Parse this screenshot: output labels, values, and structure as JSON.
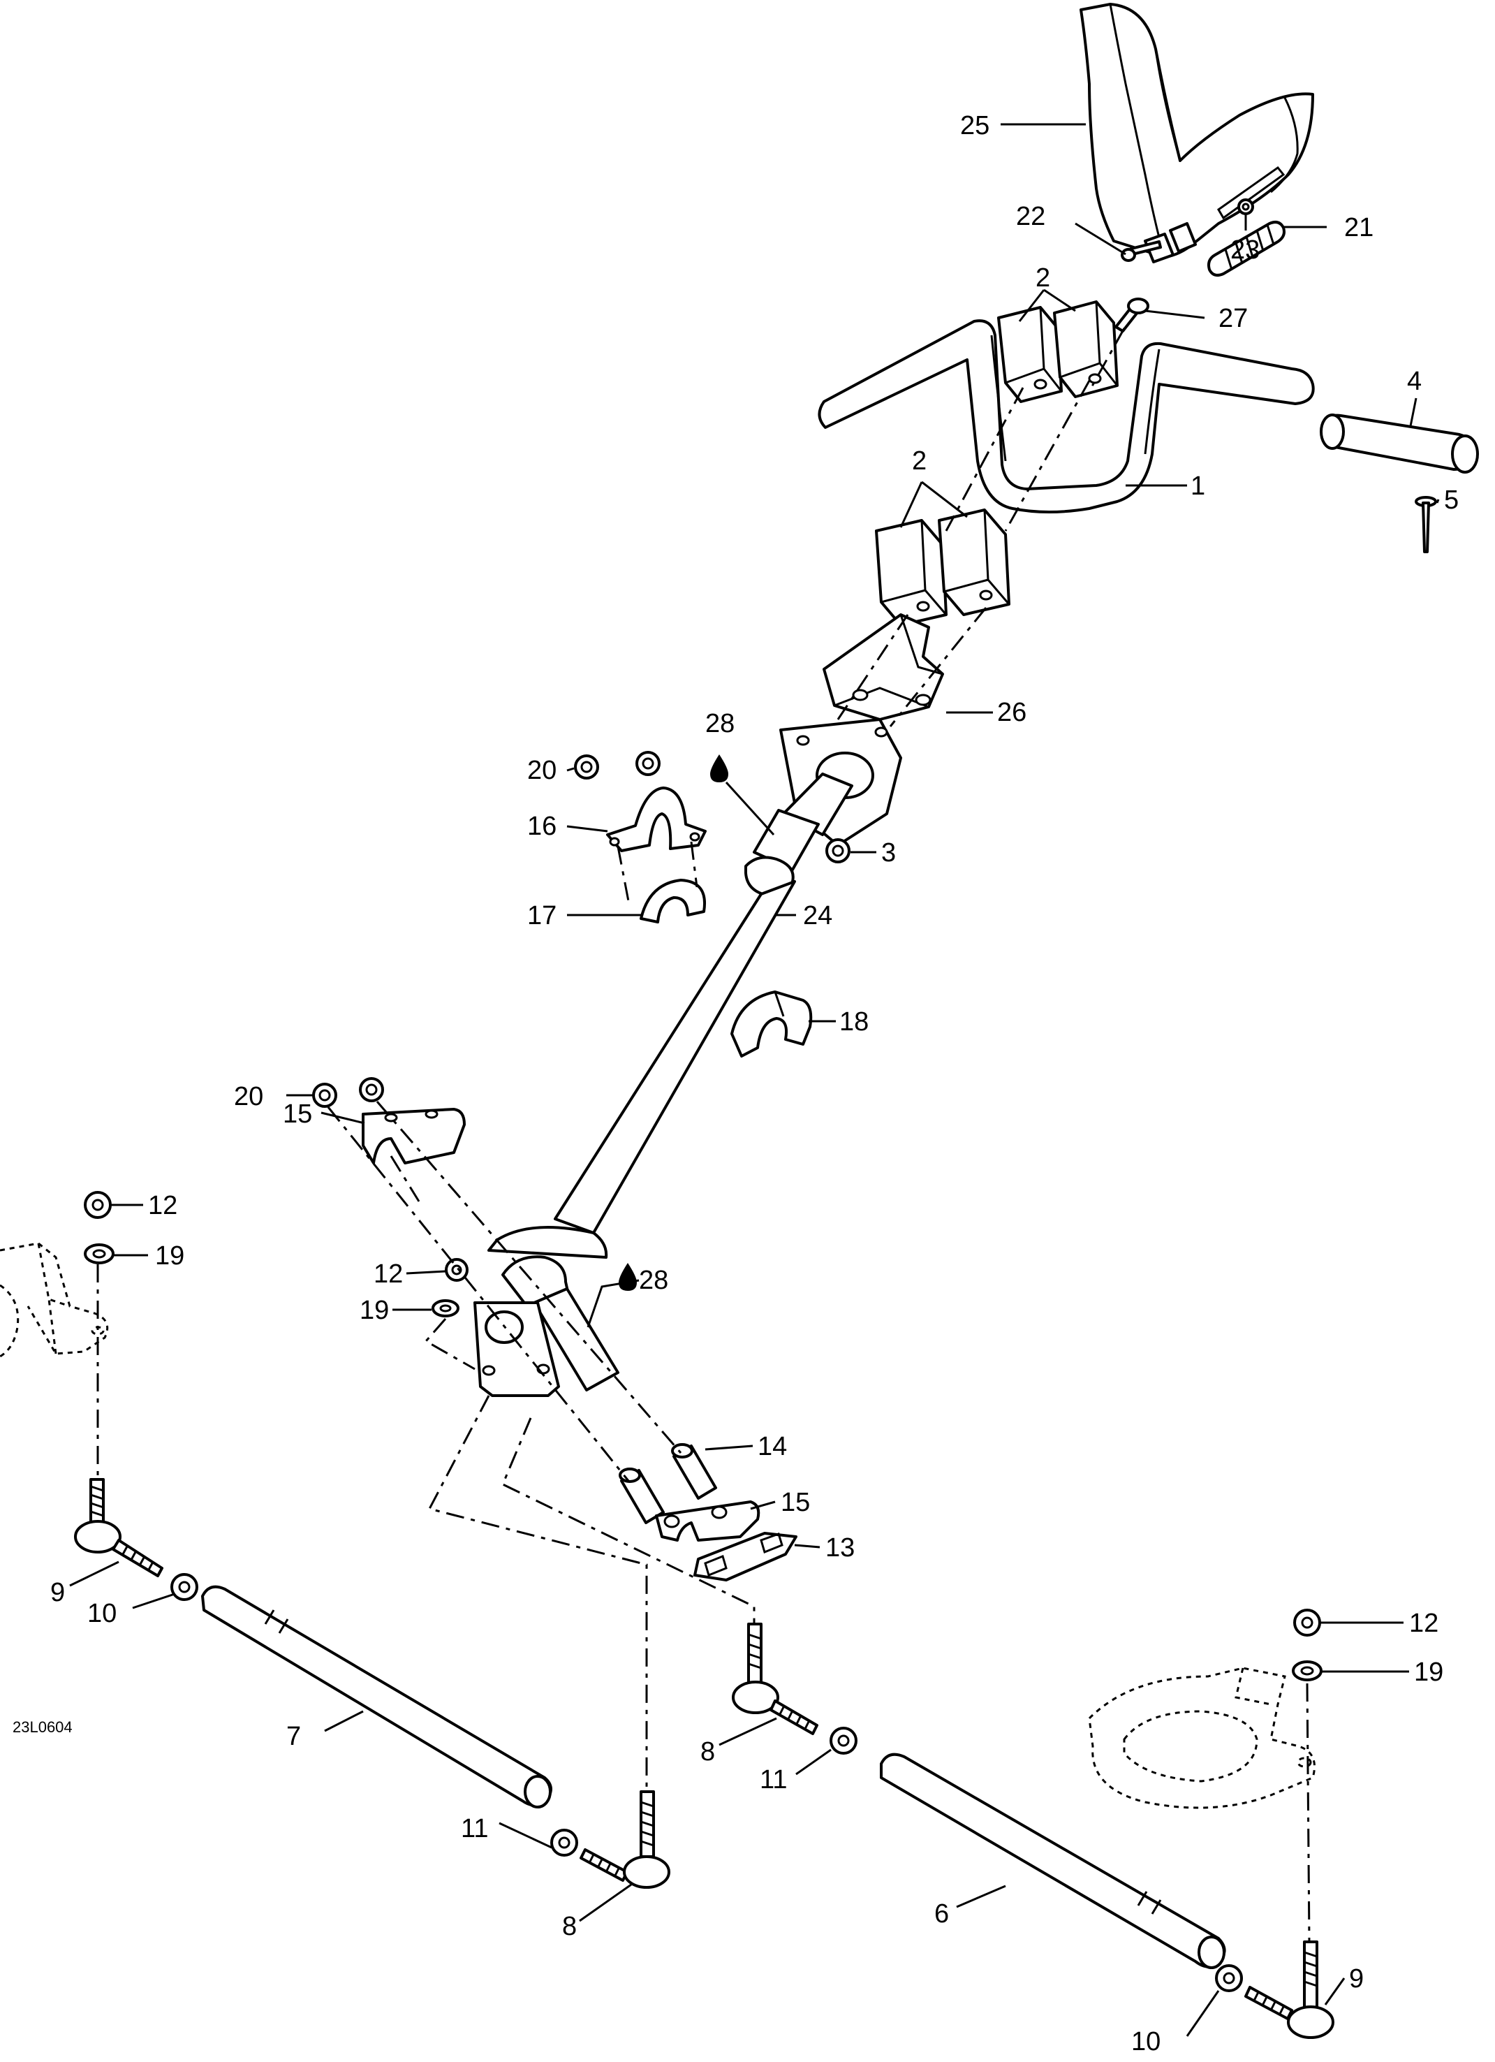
{
  "diagram_code": "23L0604",
  "colors": {
    "line": "#000000",
    "background": "#ffffff"
  },
  "lubricant_icon": "oil-drop-icon",
  "callouts": [
    {
      "label": "25"
    },
    {
      "label": "22"
    },
    {
      "label": "23"
    },
    {
      "label": "21"
    },
    {
      "label": "2"
    },
    {
      "label": "27"
    },
    {
      "label": "4"
    },
    {
      "label": "1"
    },
    {
      "label": "5"
    },
    {
      "label": "2"
    },
    {
      "label": "26"
    },
    {
      "label": "28"
    },
    {
      "label": "20"
    },
    {
      "label": "16"
    },
    {
      "label": "3"
    },
    {
      "label": "17"
    },
    {
      "label": "24"
    },
    {
      "label": "18"
    },
    {
      "label": "20"
    },
    {
      "label": "15"
    },
    {
      "label": "12"
    },
    {
      "label": "19"
    },
    {
      "label": "12"
    },
    {
      "label": "19"
    },
    {
      "label": "28"
    },
    {
      "label": "14"
    },
    {
      "label": "15"
    },
    {
      "label": "13"
    },
    {
      "label": "9"
    },
    {
      "label": "10"
    },
    {
      "label": "7"
    },
    {
      "label": "11"
    },
    {
      "label": "8"
    },
    {
      "label": "12"
    },
    {
      "label": "19"
    },
    {
      "label": "8"
    },
    {
      "label": "11"
    },
    {
      "label": "6"
    },
    {
      "label": "9"
    },
    {
      "label": "10"
    }
  ]
}
